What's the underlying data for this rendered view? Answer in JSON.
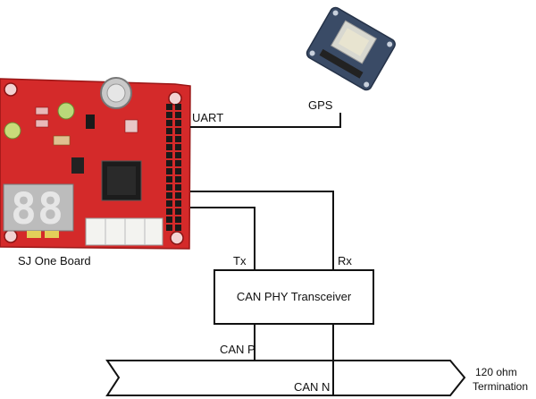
{
  "labels": {
    "uart": "UART",
    "gps": "GPS",
    "board": "SJ One Board",
    "tx": "Tx",
    "rx": "Rx",
    "transceiver": "CAN PHY Transceiver",
    "can_p": "CAN P",
    "can_n": "CAN N",
    "termination_line1": "120 ohm",
    "termination_line2": "Termination"
  },
  "colors": {
    "wire": "#111111",
    "board_red": "#d42a2a",
    "gps_board": "#3a4b66"
  }
}
